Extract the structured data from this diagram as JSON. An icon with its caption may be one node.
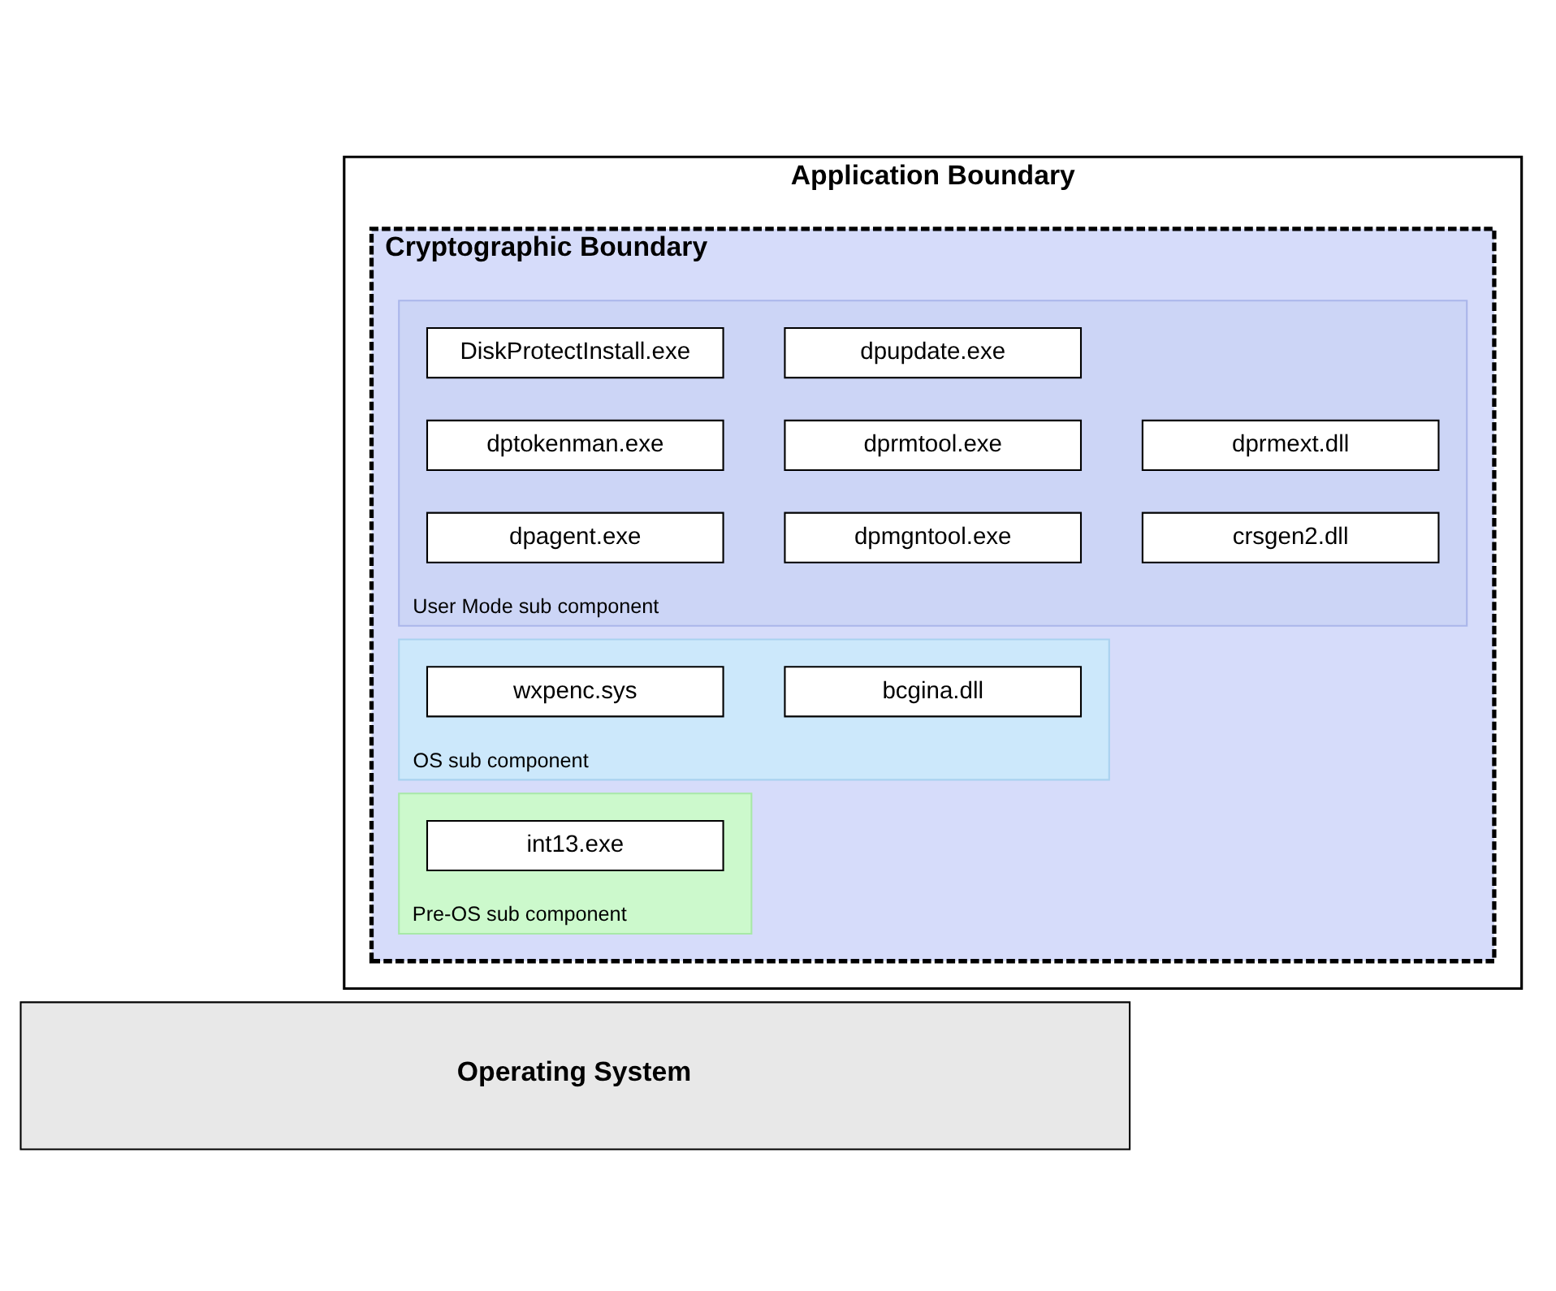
{
  "diagram": {
    "nodes": [
      {
        "text": [
          "Application Boundary"
        ]
      },
      {
        "text": [
          "Cryptographic Boundary"
        ],
        "in": 0
      },
      {
        "text": [
          "User Mode sub component"
        ],
        "in": 1
      },
      {
        "text": [
          "DiskProtectInstall.exe"
        ],
        "in": 2
      },
      {
        "text": [
          "dpupdate.exe"
        ],
        "in": 2
      },
      {
        "text": [
          "dptokenman.exe"
        ],
        "in": 2
      },
      {
        "text": [
          "dprmtool.exe"
        ],
        "in": 2
      },
      {
        "text": [
          "dprmext.dll"
        ],
        "in": 2
      },
      {
        "text": [
          "dpagent.exe"
        ],
        "in": 2
      },
      {
        "text": [
          "dpmgntool.exe"
        ],
        "in": 2
      },
      {
        "text": [
          "crsgen2.dll"
        ],
        "in": 2
      },
      {
        "text": [
          "OS sub component"
        ],
        "in": 1
      },
      {
        "text": [
          "wxpenc.sys"
        ],
        "in": 11
      },
      {
        "text": [
          "bcgina.dll"
        ],
        "in": 11
      },
      {
        "text": [
          "Pre-OS sub component"
        ],
        "in": 1
      },
      {
        "text": [
          "int13.exe"
        ],
        "in": 14
      },
      {
        "text": [
          "Operating System"
        ]
      }
    ],
    "edges": []
  }
}
